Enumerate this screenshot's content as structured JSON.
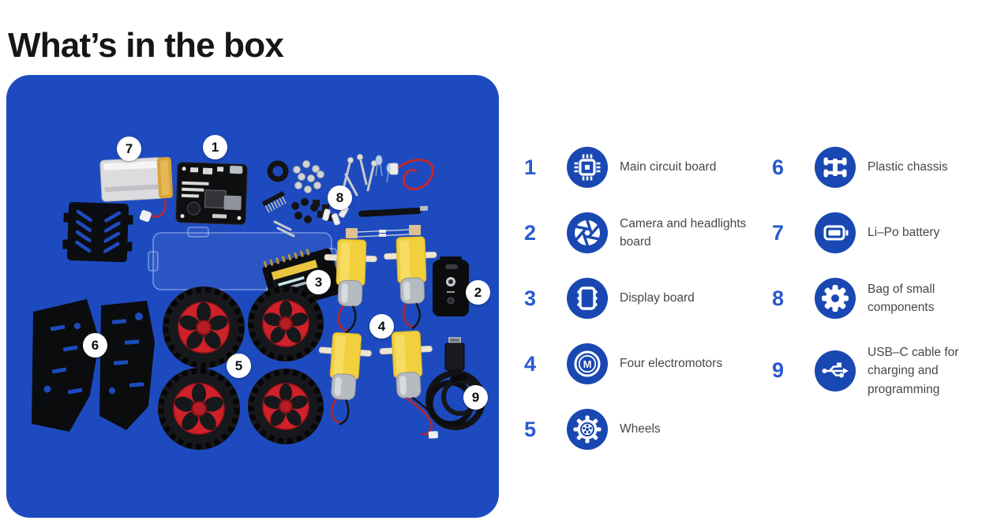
{
  "page": {
    "title": "What’s in the box"
  },
  "colors": {
    "panel_blue": "#1d4bbf",
    "icon_circle_blue": "#1a48b2",
    "number_blue": "#2a5ace",
    "label_gray": "#474747",
    "title_dark": "#161616",
    "badge_bg": "#ffffff",
    "badge_text": "#0d0d0d",
    "wheel_red": "#ce2129",
    "motor_yellow": "#f1cf3d"
  },
  "photo": {
    "description": "Flat-lay photo of robot car kit components on blue rounded panel",
    "components": [
      "li-po-battery",
      "battery-holder",
      "main-circuit-board",
      "acrylic-panel",
      "display-board",
      "small-components",
      "camera-board",
      "electromotors",
      "wheels",
      "chassis-plates",
      "usb-cable"
    ],
    "badges": [
      {
        "number": "1"
      },
      {
        "number": "2"
      },
      {
        "number": "3"
      },
      {
        "number": "4"
      },
      {
        "number": "5"
      },
      {
        "number": "6"
      },
      {
        "number": "7"
      },
      {
        "number": "8"
      },
      {
        "number": "9"
      }
    ]
  },
  "legend": {
    "columns": [
      {
        "items": [
          {
            "number": "1",
            "icon": "chip-icon",
            "label": "Main circuit board"
          },
          {
            "number": "2",
            "icon": "aperture-icon",
            "label": "Camera and headlights board"
          },
          {
            "number": "3",
            "icon": "display-icon",
            "label": "Display board"
          },
          {
            "number": "4",
            "icon": "motor-icon",
            "label": "Four electromotors"
          },
          {
            "number": "5",
            "icon": "wheel-icon",
            "label": "Wheels"
          }
        ]
      },
      {
        "items": [
          {
            "number": "6",
            "icon": "chassis-icon",
            "label": "Plastic chassis"
          },
          {
            "number": "7",
            "icon": "battery-icon",
            "label": "Li–Po battery"
          },
          {
            "number": "8",
            "icon": "gear-icon",
            "label": "Bag of small components"
          },
          {
            "number": "9",
            "icon": "usb-icon",
            "label": "USB–C cable for charging and programming"
          }
        ]
      }
    ]
  }
}
